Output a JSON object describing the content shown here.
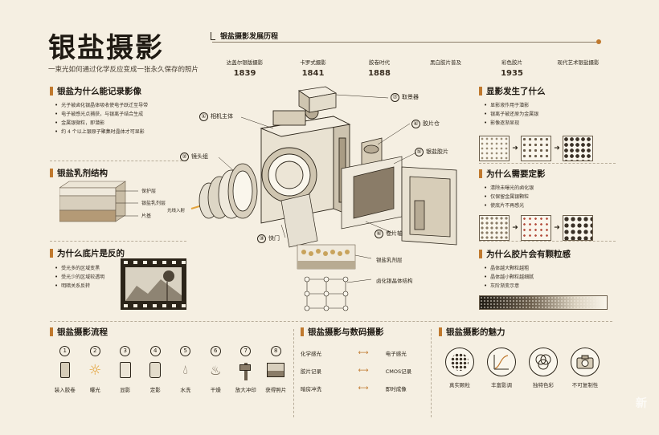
{
  "header": {
    "title": "银盐摄影",
    "subtitle": "一束光如何通过化学反应变成一张永久保存的照片"
  },
  "timeline": {
    "title": "银盐摄影发展历程",
    "items": [
      {
        "label": "达盖尔银版摄影",
        "year": "1839"
      },
      {
        "label": "卡罗式摄影",
        "year": "1841"
      },
      {
        "label": "胶卷时代",
        "year": "1888"
      },
      {
        "label": "黑白胶片普及",
        "year": ""
      },
      {
        "label": "彩色胶片",
        "year": "1935"
      },
      {
        "label": "现代艺术银盐摄影",
        "year": ""
      }
    ]
  },
  "why_record": {
    "title": "银盐为什么能记录影像",
    "bullets": [
      "光子被卤化银晶体吸收使电子跃迁至导带",
      "电子被感光点捕获，与银离子结合生成",
      "金属银微粒，即潜影",
      "约 4 个以上银原子聚集时晶体才可显影"
    ]
  },
  "emulsion": {
    "title": "银盐乳剂结构",
    "layers": [
      "保护层",
      "银盐乳剂层",
      "片基"
    ]
  },
  "negative": {
    "title": "为什么底片是反的",
    "bullets": [
      "受光多的区域变黑",
      "受光少的区域较透明",
      "明暗关系反转"
    ]
  },
  "camera": {
    "parts": [
      {
        "num": "①",
        "label": "相机主体"
      },
      {
        "num": "②",
        "label": "镜头组"
      },
      {
        "num": "③",
        "label": "快门"
      },
      {
        "num": "④",
        "label": "胶片仓"
      },
      {
        "num": "⑤",
        "label": "银盐胶片"
      },
      {
        "num": "⑥",
        "label": "卷片轴"
      },
      {
        "num": "⑦",
        "label": "取景器"
      }
    ],
    "light_label": "光线入射",
    "film_layers": [
      "银盐乳剂层",
      "卤化银晶体结构"
    ]
  },
  "develop": {
    "title": "显影发生了什么",
    "bullets": [
      "显影液作用于潜影",
      "银离子被还原为金属银",
      "影像逐渐显现"
    ]
  },
  "fix": {
    "title": "为什么需要定影",
    "bullets": [
      "清除未曝光的卤化银",
      "仅保留金属银颗粒",
      "使底片不再感光"
    ]
  },
  "grain": {
    "title": "为什么胶片会有颗粒感",
    "bullets": [
      "晶体越大颗粒越粗",
      "晶体越小颗粒越细腻",
      "灰阶渐变示意"
    ]
  },
  "process": {
    "title": "银盐摄影流程",
    "steps": [
      {
        "num": "1",
        "label": "装入胶卷"
      },
      {
        "num": "2",
        "label": "曝光"
      },
      {
        "num": "3",
        "label": "显影"
      },
      {
        "num": "4",
        "label": "定影"
      },
      {
        "num": "5",
        "label": "水洗"
      },
      {
        "num": "6",
        "label": "干燥"
      },
      {
        "num": "7",
        "label": "放大冲印"
      },
      {
        "num": "8",
        "label": "获得照片"
      }
    ]
  },
  "compare": {
    "title": "银盐摄影与数码摄影",
    "rows": [
      {
        "left": "化学感光",
        "right": "电子感光"
      },
      {
        "left": "胶片记录",
        "right": "CMOS记录"
      },
      {
        "left": "暗房冲洗",
        "right": "即时成像"
      }
    ]
  },
  "charm": {
    "title": "银盐摄影的魅力",
    "items": [
      "真实颗粒",
      "丰富影调",
      "独特色彩",
      "不可复制性"
    ]
  },
  "watermark": "新"
}
